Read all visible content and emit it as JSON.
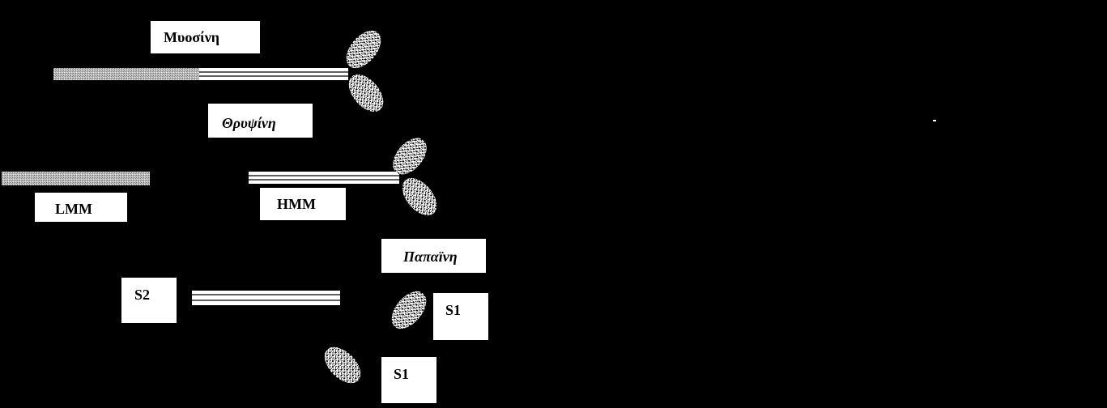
{
  "labels": {
    "myosin": "Μυοσίνη",
    "trypsin": "Θρυψίνη",
    "lmm": "LMM",
    "hmm": "HMM",
    "papain": "Παπαϊνη",
    "s2": "S2",
    "s1_upper": "S1",
    "s1_lower": "S1"
  },
  "colors": {
    "background": "#000000",
    "label_box": "#ffffff",
    "rod": "#ffffff",
    "head_dots": "#000000"
  }
}
